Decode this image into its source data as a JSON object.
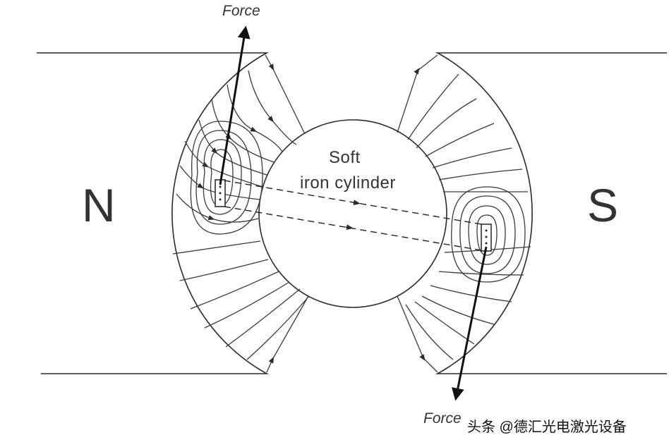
{
  "diagram": {
    "force_top_label": "Force",
    "force_bottom_label": "Force",
    "north_label": "N",
    "south_label": "S",
    "cylinder_label_line1": "Soft",
    "cylinder_label_line2": "iron cylinder"
  },
  "watermark": {
    "text": "头条 @德汇光电激光设备"
  }
}
